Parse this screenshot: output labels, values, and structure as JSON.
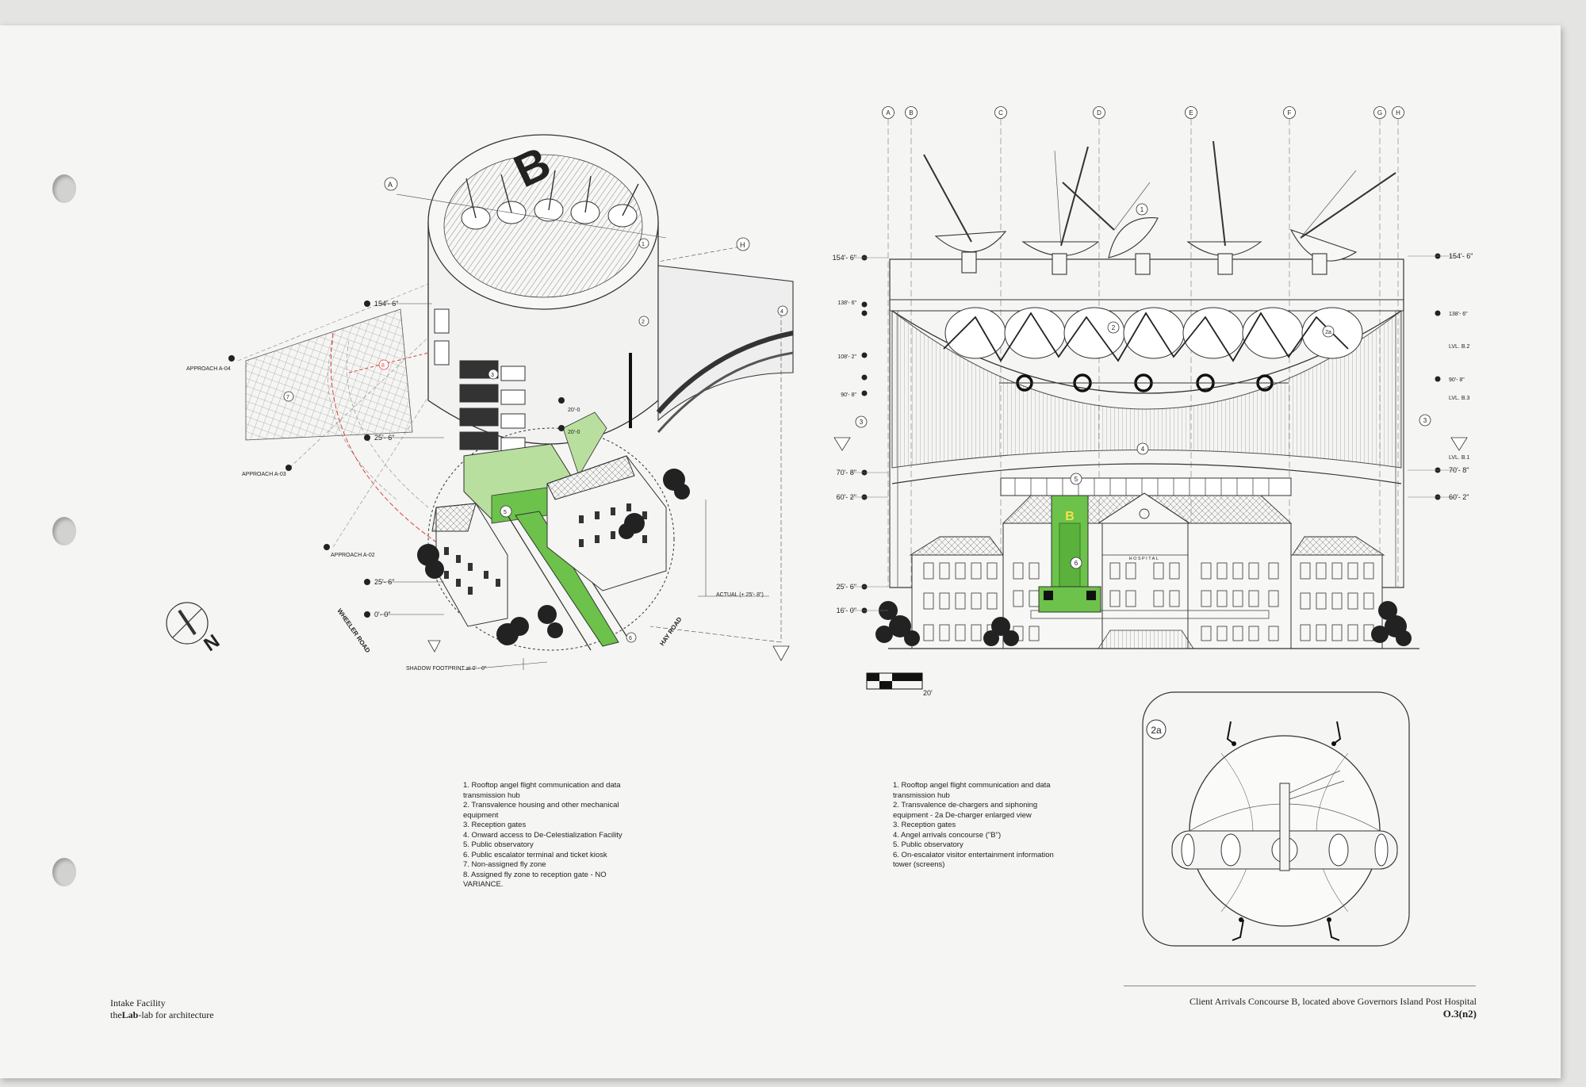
{
  "left_drawing": {
    "tower_letter": "B",
    "markers": {
      "a": "A",
      "h": "H",
      "n1": "1",
      "n2": "2",
      "n3": "3",
      "n4": "4",
      "n5": "5",
      "n6": "6",
      "n7": "7",
      "n8": "8"
    },
    "elevations": {
      "e1": "154'- 6\"",
      "e2": "25'- 6\"",
      "e3": "25'- 6\"",
      "e4": "0'- 0\"",
      "e5": "20'-0",
      "e6": "20'-0"
    },
    "approaches": {
      "a04": "APPROACH A-04",
      "a03": "APPROACH A-03",
      "a02": "APPROACH A-02"
    },
    "roads": {
      "wheeler": "WHEELER ROAD",
      "hay": "HAY ROAD"
    },
    "actual": "ACTUAL (+ 25'- 8\")",
    "shadow": "SHADOW FOOTPRINT at 0' - 0\"",
    "north": "N"
  },
  "right_drawing": {
    "grid": [
      "A",
      "B",
      "C",
      "D",
      "E",
      "F",
      "G",
      "H"
    ],
    "left_levels": {
      "l1": "154'- 6\"",
      "l2": "138'- 6\"",
      "l3": "108'- 2\"",
      "l4": "90'- 8\"",
      "l5": "70'- 8\"",
      "l6": "60'- 2\"",
      "l7": "25'- 6\"",
      "l8": "16'- 0\""
    },
    "right_levels": {
      "r1": "154'- 6\"",
      "r2": "138'- 6\"",
      "r3": "LVL. B.2",
      "r4": "90'- 8\"",
      "r5": "LVL. B.3",
      "r6": "LVL. B.1",
      "r7": "70'- 8\"",
      "r8": "60'- 2\""
    },
    "markers": {
      "n1": "1",
      "n2": "2",
      "n2a": "2a",
      "n3l": "3",
      "n3r": "3",
      "n4": "4",
      "n5": "5",
      "n6": "6"
    },
    "concourse_letter": "B",
    "hospital_sign": "HOSPITAL",
    "scale": "20'",
    "detail_tag": "2a"
  },
  "legend_left": [
    "1. Rooftop angel flight communication and data\n    transmission hub",
    "2. Transvalence housing and other mechanical\n    equipment",
    "3. Reception gates",
    "4. Onward access to De-Celestialization Facility",
    "5. Public observatory",
    "6. Public escalator terminal and ticket kiosk",
    "7. Non-assigned fly zone",
    "8. Assigned fly zone to reception gate - NO\n    VARIANCE."
  ],
  "legend_right": [
    "1. Rooftop angel flight communication and data\n    transmission hub",
    "2. Transvalence de-chargers and siphoning\n    equipment - 2a De-charger enlarged view",
    "3. Reception gates",
    "4. Angel arrivals concourse (\"B\")",
    "5. Public observatory",
    "6. On-escalator visitor entertainment information\n    tower (screens)"
  ],
  "footer": {
    "project": "Intake Facility",
    "firm_prefix": "the",
    "firm_bold": "Lab",
    "firm_suffix": "-lab for architecture",
    "caption": "Client Arrivals Concourse B, located above Governors Island Post Hospital",
    "sheet_code": "O.3(n2)"
  },
  "colors": {
    "accent_green": "#6cc24a",
    "light_green": "#b9df9f",
    "red_guides": "#d9443c",
    "sign_yellow": "#f3e34a"
  }
}
